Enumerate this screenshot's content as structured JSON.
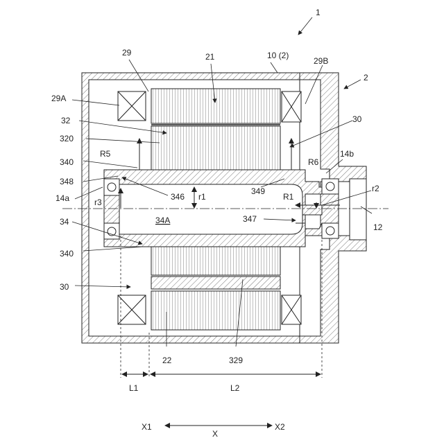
{
  "labels": {
    "fig_ref": "1",
    "housing_ref": "2",
    "stator_core": "21",
    "core_bottom": "22",
    "frame": "10 (2)",
    "insulator_top": "29",
    "coil_end_right": "29B",
    "coil_end_left": "29A",
    "rotor_core": "32",
    "rotor_shaft_core": "320",
    "flow_top_right": "30",
    "flow_bottom_left": "30",
    "r5": "R5",
    "r6": "R6",
    "r340_top": "340",
    "r340_bottom": "340",
    "r348": "348",
    "r346": "346",
    "r349": "349",
    "r347": "347",
    "r1_small": "r1",
    "r1_big": "R1",
    "r2": "r2",
    "r3": "r3",
    "bearing_left": "14a",
    "bearing_right": "14b",
    "shaft": "34",
    "bore": "34A",
    "shaft_end": "12",
    "magnet": "329",
    "l1": "L1",
    "l2": "L2",
    "axis_x1": "X1",
    "axis_x2": "X2",
    "axis_x": "X"
  }
}
